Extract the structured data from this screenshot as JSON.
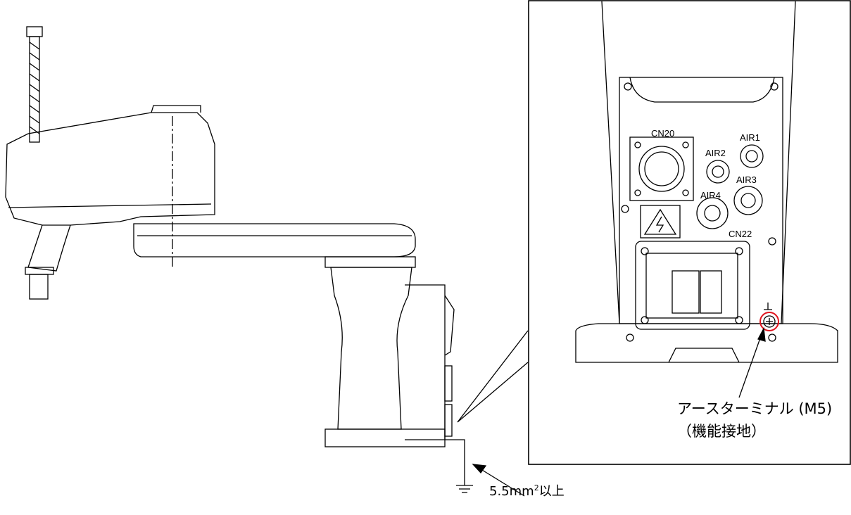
{
  "inset": {
    "connectors": {
      "cn20": "CN20",
      "air1": "AIR1",
      "air2": "AIR2",
      "air3": "AIR3",
      "air4": "AIR4",
      "cn22": "CN22"
    },
    "earth_terminal_label": "アースターミナル (M5)",
    "functional_ground_label": "（機能接地）"
  },
  "ground_wire_label_prefix": "5.5mm",
  "ground_wire_label_sup": "2",
  "ground_wire_label_suffix": "以上",
  "colors": {
    "line": "#000000",
    "highlight": "#e0141e"
  }
}
